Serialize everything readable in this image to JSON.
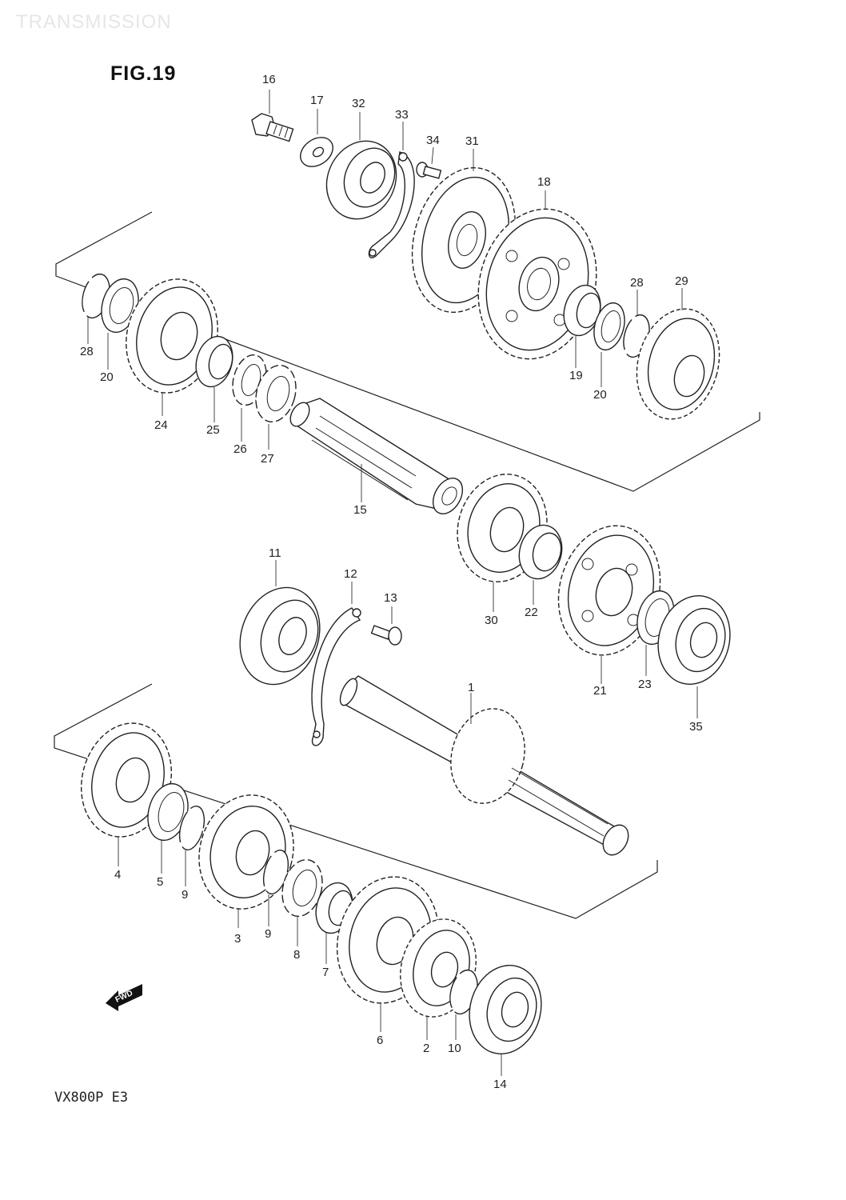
{
  "header": {
    "section_title": "TRANSMISSION"
  },
  "figure": {
    "title": "FIG.19",
    "model_code": "VX800P E3",
    "direction_marker": "FWD"
  },
  "colors": {
    "line": "#222222",
    "faint_header": "#e6e6e6",
    "background": "#ffffff"
  },
  "part_labels": {
    "p1": "1",
    "p2": "2",
    "p3": "3",
    "p4": "4",
    "p5": "5",
    "p6": "6",
    "p7": "7",
    "p8": "8",
    "p9a": "9",
    "p9b": "9",
    "p10": "10",
    "p11": "11",
    "p12": "12",
    "p13": "13",
    "p14": "14",
    "p15": "15",
    "p16": "16",
    "p17": "17",
    "p18": "18",
    "p19": "19",
    "p20a": "20",
    "p20b": "20",
    "p21": "21",
    "p22": "22",
    "p23": "23",
    "p24": "24",
    "p25": "25",
    "p26": "26",
    "p27": "27",
    "p28a": "28",
    "p28b": "28",
    "p29": "29",
    "p30": "30",
    "p31": "31",
    "p32": "32",
    "p33": "33",
    "p34": "34",
    "p35": "35"
  }
}
